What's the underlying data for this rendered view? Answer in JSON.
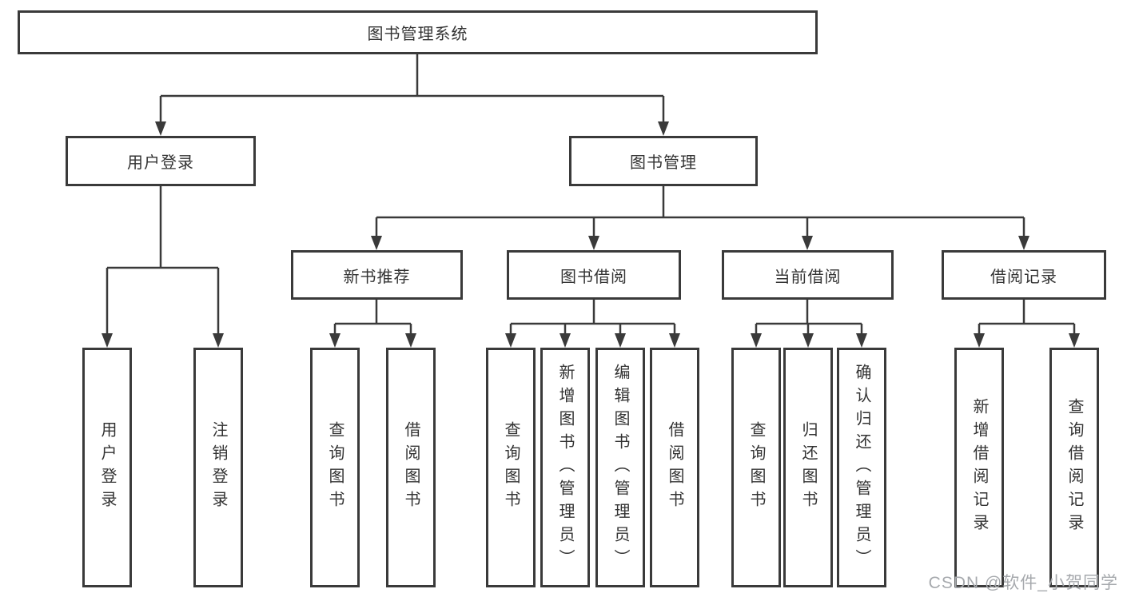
{
  "diagram": {
    "root": {
      "label": "图书管理系统"
    },
    "branches": [
      {
        "label": "用户登录",
        "children": [
          {
            "label": "用户登录"
          },
          {
            "label": "注销登录"
          }
        ]
      },
      {
        "label": "图书管理",
        "children": [
          {
            "label": "新书推荐",
            "children": [
              {
                "label": "查询图书"
              },
              {
                "label": "借阅图书"
              }
            ]
          },
          {
            "label": "图书借阅",
            "children": [
              {
                "label": "查询图书"
              },
              {
                "label": "新增图书（管理员）"
              },
              {
                "label": "编辑图书（管理员）"
              },
              {
                "label": "借阅图书"
              }
            ]
          },
          {
            "label": "当前借阅",
            "children": [
              {
                "label": "查询图书"
              },
              {
                "label": "归还图书"
              },
              {
                "label": "确认归还（管理员）"
              }
            ]
          },
          {
            "label": "借阅记录",
            "children": [
              {
                "label": "新增借阅记录"
              },
              {
                "label": "查询借阅记录"
              }
            ]
          }
        ]
      }
    ]
  },
  "watermark": {
    "text": "CSDN @软件_小贺同学"
  },
  "colors": {
    "line": "#3a3a3a",
    "border": "#3a3a3a",
    "text": "#333333",
    "fill": "#ffffff",
    "watermark": "#a6a9ad",
    "bg": "#ffffff"
  }
}
